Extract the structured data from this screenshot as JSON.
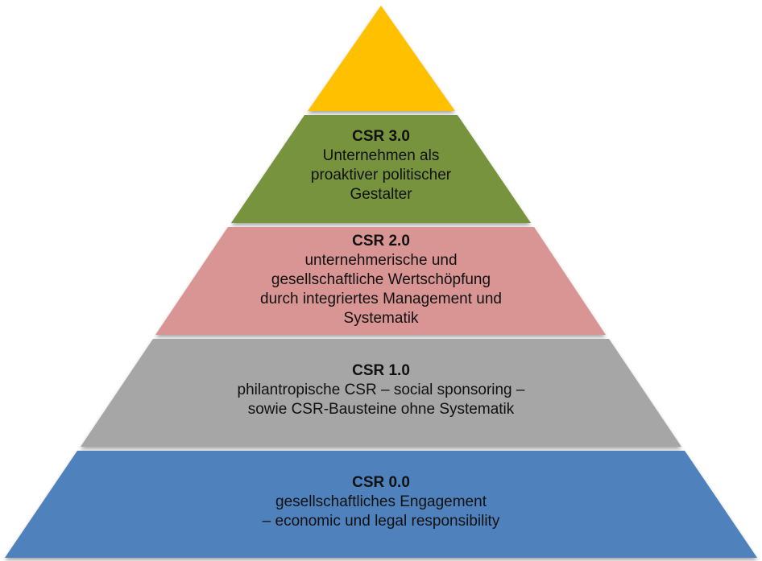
{
  "pyramid": {
    "apex": {
      "color": "#FFC000"
    },
    "layers": [
      {
        "heading": "CSR  3.0",
        "lines": [
          "Unternehmen als",
          "proaktiver politischer",
          "Gestalter"
        ],
        "color": "#77933C"
      },
      {
        "heading": "CSR 2.0",
        "lines": [
          "unternehmerische und",
          "gesellschaftliche Wertschöpfung",
          "durch integriertes Management und",
          "Systematik"
        ],
        "color": "#D99594"
      },
      {
        "heading": "CSR 1.0",
        "lines": [
          "philantropische CSR – social sponsoring –",
          "sowie CSR-Bausteine ohne Systematik"
        ],
        "color": "#A6A6A6"
      },
      {
        "heading": "CSR 0.0",
        "lines": [
          "gesellschaftliches Engagement",
          "– economic und legal responsibility"
        ],
        "color": "#4F81BD"
      }
    ]
  }
}
